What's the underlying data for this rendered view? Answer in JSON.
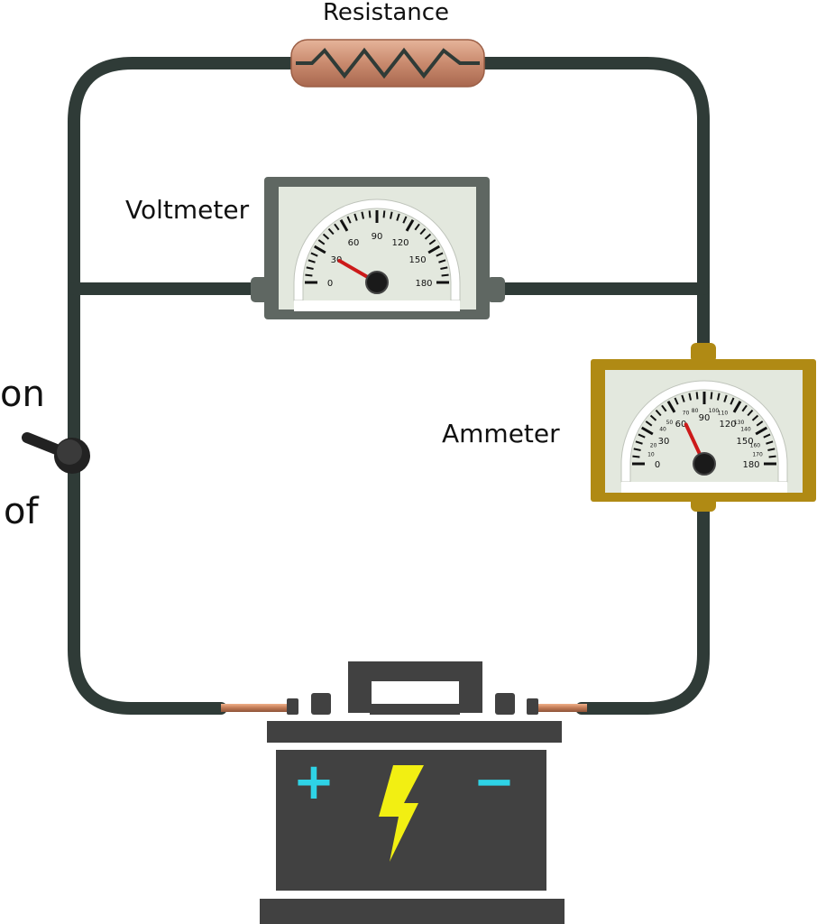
{
  "labels": {
    "resistance": "Resistance",
    "voltmeter": "Voltmeter",
    "ammeter": "Ammeter",
    "switch_on": "on",
    "switch_off": "of",
    "plus": "+",
    "minus": "−"
  },
  "voltmeter": {
    "scale_labels": [
      "0",
      "30",
      "60",
      "90",
      "120",
      "150",
      "180"
    ],
    "scale_max": 180,
    "reading": 30
  },
  "ammeter": {
    "scale_labels": [
      "0",
      "30",
      "60",
      "90",
      "120",
      "150",
      "180"
    ],
    "minor_labels": [
      "10",
      "20",
      "40",
      "50",
      "70",
      "80",
      "100",
      "110",
      "130",
      "140",
      "160",
      "170"
    ],
    "scale_max": 180,
    "reading": 65
  },
  "colors": {
    "wire": "#2f3b37",
    "voltmeter_case": "#5f6762",
    "ammeter_case": "#b08a14",
    "dial_face": "#e3e8de",
    "needle": "#cc1a1a",
    "battery": "#414141",
    "terminal_symbol": "#2ed3e6",
    "bolt": "#f2ef12",
    "resistor": "#c98a6e"
  }
}
